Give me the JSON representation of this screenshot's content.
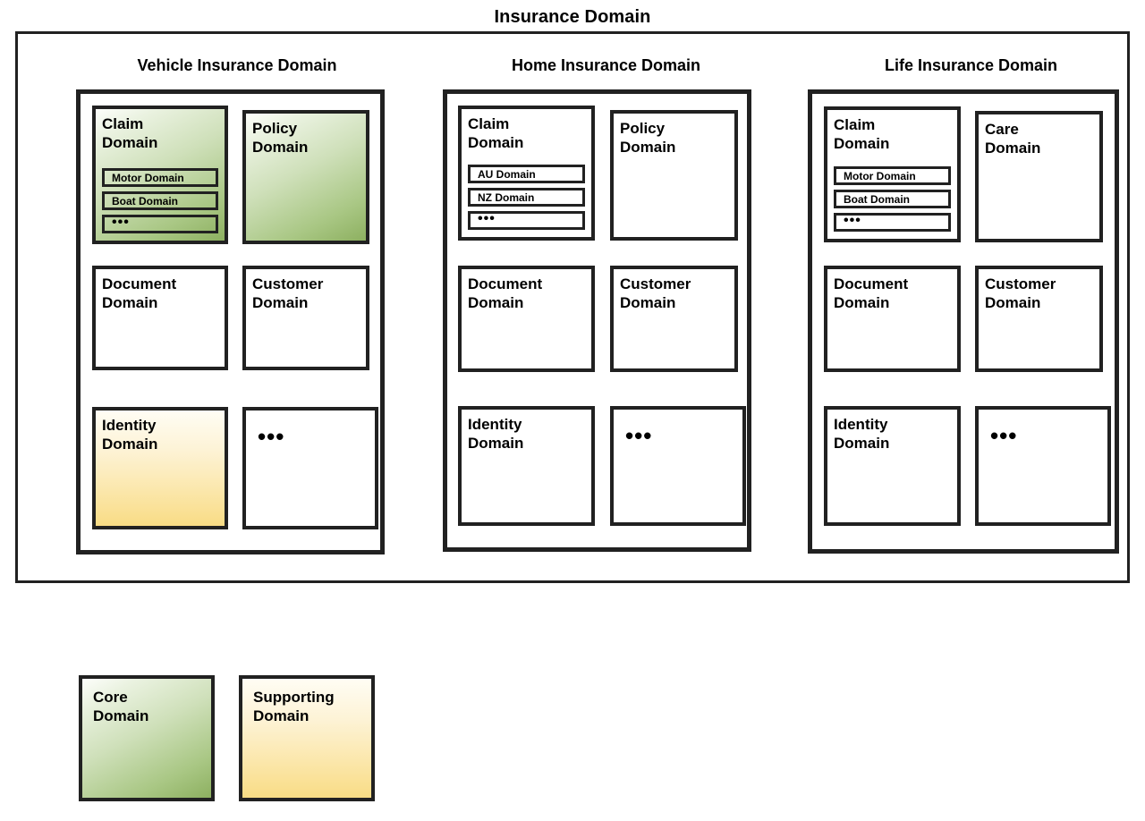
{
  "diagram": {
    "title": "Insurance Domain",
    "type": "domain-decomposition-diagram"
  },
  "columns": [
    {
      "id": "vehicle",
      "title": "Vehicle Insurance Domain",
      "boxes": [
        {
          "id": "vehicle-claim",
          "label": "Claim\nDomain",
          "style": "core",
          "subdomains": [
            {
              "label": "Motor Domain"
            },
            {
              "label": "Boat Domain"
            },
            {
              "label": "•••"
            }
          ]
        },
        {
          "id": "vehicle-policy",
          "label": "Policy\nDomain",
          "style": "core"
        },
        {
          "id": "vehicle-document",
          "label": "Document\nDomain",
          "style": "plain"
        },
        {
          "id": "vehicle-customer",
          "label": "Customer\nDomain",
          "style": "plain"
        },
        {
          "id": "vehicle-identity",
          "label": "Identity\nDomain",
          "style": "supporting"
        },
        {
          "id": "vehicle-more",
          "label": "•••",
          "style": "plain",
          "ellipsis": true
        }
      ]
    },
    {
      "id": "home",
      "title": "Home Insurance Domain",
      "boxes": [
        {
          "id": "home-claim",
          "label": "Claim\nDomain",
          "style": "plain",
          "subdomains": [
            {
              "label": "AU Domain"
            },
            {
              "label": "NZ Domain"
            },
            {
              "label": "•••"
            }
          ]
        },
        {
          "id": "home-policy",
          "label": "Policy\nDomain",
          "style": "plain"
        },
        {
          "id": "home-document",
          "label": "Document\nDomain",
          "style": "plain"
        },
        {
          "id": "home-customer",
          "label": "Customer\nDomain",
          "style": "plain"
        },
        {
          "id": "home-identity",
          "label": "Identity\nDomain",
          "style": "plain"
        },
        {
          "id": "home-more",
          "label": "•••",
          "style": "plain",
          "ellipsis": true
        }
      ]
    },
    {
      "id": "life",
      "title": "Life Insurance Domain",
      "boxes": [
        {
          "id": "life-claim",
          "label": "Claim\nDomain",
          "style": "plain",
          "subdomains": [
            {
              "label": "Motor Domain"
            },
            {
              "label": "Boat Domain"
            },
            {
              "label": "•••"
            }
          ]
        },
        {
          "id": "life-care",
          "label": "Care\nDomain",
          "style": "plain"
        },
        {
          "id": "life-document",
          "label": "Document\nDomain",
          "style": "plain"
        },
        {
          "id": "life-customer",
          "label": "Customer\nDomain",
          "style": "plain"
        },
        {
          "id": "life-identity",
          "label": "Identity\nDomain",
          "style": "plain"
        },
        {
          "id": "life-more",
          "label": "•••",
          "style": "plain",
          "ellipsis": true
        }
      ]
    }
  ],
  "legend": {
    "core": {
      "label": "Core\nDomain"
    },
    "supporting": {
      "label": "Supporting\nDomain"
    }
  },
  "colors": {
    "stroke": "#212121",
    "core_gradient_start": "#fdfefb",
    "core_gradient_end": "#8db060",
    "supporting_gradient_start": "#fffdf4",
    "supporting_gradient_end": "#f8dc85",
    "background": "#ffffff"
  }
}
